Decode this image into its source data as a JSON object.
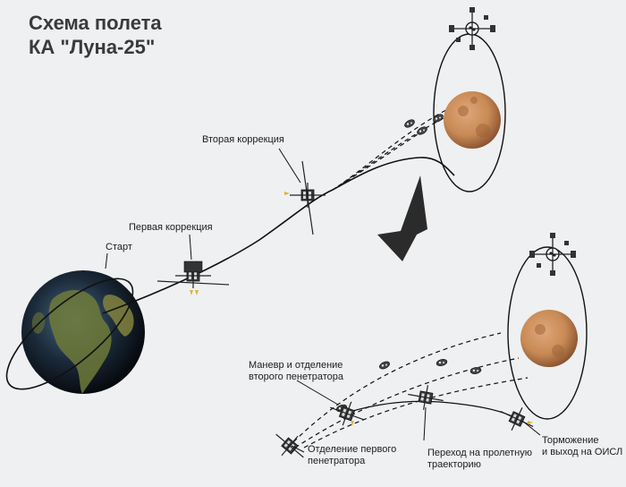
{
  "title": {
    "line1": "Схема полета",
    "line2": "КА \"Луна-25\""
  },
  "labels": {
    "start": "Старт",
    "first_correction": "Первая коррекция",
    "second_correction": "Вторая коррекция",
    "maneuver_line1": "Маневр и отделение",
    "maneuver_line2": "второго пенетратора",
    "separation_line1": "Отделение первого",
    "separation_line2": "пенетратора",
    "flyby_line1": "Переход на пролетную",
    "flyby_line2": "траекторию",
    "braking_line1": "Торможение",
    "braking_line2": "и выход на ОИСЛ"
  },
  "colors": {
    "background": "#eef0f2",
    "earth_ocean": "#1b2a3a",
    "earth_land": "#6f7a3a",
    "moon": "#c88a55",
    "moon_dark": "#9a5e33",
    "trajectory": "#111111",
    "arrow": "#2b2b2b"
  },
  "icons": {
    "earth": "earth-globe-icon",
    "moon": "moon-icon",
    "spacecraft": "spacecraft-icon",
    "arrow": "arrow-down-left-icon"
  }
}
